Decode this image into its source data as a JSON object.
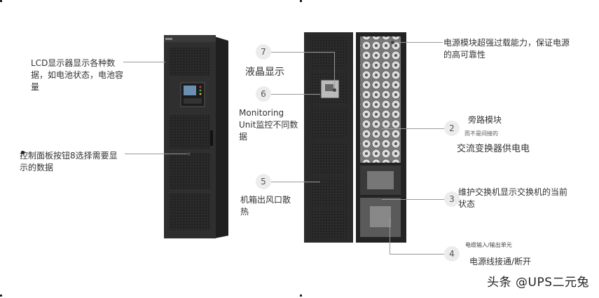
{
  "left_annotations": {
    "lcd_display": "LCD显示器显示各种数据，如电池状态，电池容量",
    "control_panel": "控制面板按钮8选择需要显示的数据"
  },
  "callouts": [
    {
      "number": "7",
      "label": "液晶显示"
    },
    {
      "number": "6",
      "label": "Monitoring Unit监控不同数据"
    },
    {
      "number": "5",
      "label": "机箱出风口散热"
    },
    {
      "number": "2",
      "label": "旁路模块",
      "sublabel": "而不是间接的",
      "extra": "交流变换器供电电"
    },
    {
      "number": "3",
      "label": "维护交换机显示交换机的当前状态"
    },
    {
      "number": "4",
      "label": "电缆输入/输出单元",
      "extra": "电源线接通/断开"
    }
  ],
  "power_module_note": "电源模块超强过载能力，保证电源的高可靠性",
  "watermark": "头条 @UPS二元兔"
}
